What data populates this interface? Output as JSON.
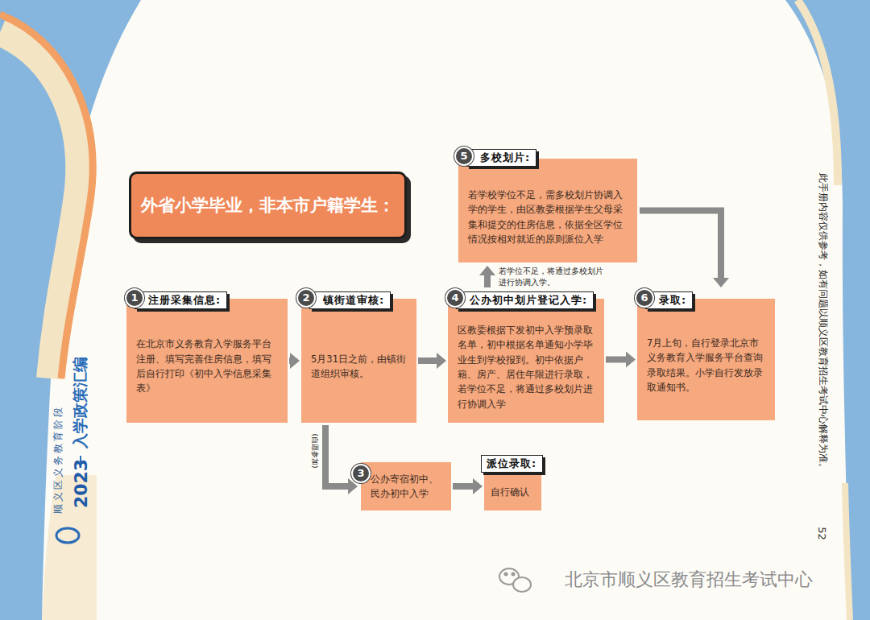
{
  "diagram": {
    "title": "外省小学毕业，非本市户籍学生：",
    "nodes": [
      {
        "text": [
          "1",
          "注册采集信息:",
          "在北京市义务教育入学服务平台注册、填写完善住房信息，填写后自行打印《初中入学信息采集表》"
        ]
      },
      {
        "text": [
          "2",
          "镇街道审核:",
          "5月31日之前，由镇街道组织审核。"
        ]
      },
      {
        "text": [
          "4",
          "公办初中划片登记入学:",
          "区教委根据下发初中入学预录取名单，初中根据名单通知小学毕业生到学校报到。初中依据户籍、房产、居住年限进行录取，若学位不足，将通过多校划片进行协调入学"
        ]
      },
      {
        "text": [
          "5",
          "多校划片:",
          "若学校学位不足，需多校划片协调入学的学生，由区教委根据学生父母采集和提交的住房信息，依据全区学位情况按相对就近的原则派位入学"
        ]
      },
      {
        "text": [
          "6",
          "录取:",
          "7月上旬，自行登录北京市义务教育入学服务平台查询录取结果。小学自行发放录取通知书。"
        ]
      },
      {
        "text": [
          "3",
          "公办寄宿初中、民办初中入学"
        ]
      },
      {
        "text": [
          "派位录取:",
          "自行确认"
        ]
      }
    ],
    "edges": [
      {
        "from": 0,
        "to": 1,
        "arrow": "to"
      },
      {
        "from": 1,
        "to": 2,
        "arrow": "to"
      },
      {
        "from": 2,
        "to": 3,
        "arrow": "to",
        "label": "若学位不足，将通过多校划片进行协调入学。"
      },
      {
        "from": 2,
        "to": 4,
        "arrow": "to"
      },
      {
        "from": 3,
        "to": 4,
        "arrow": "to"
      },
      {
        "from": 1,
        "to": 5,
        "arrow": "to",
        "label": "(自愿参加)"
      },
      {
        "from": 5,
        "to": 6,
        "arrow": "to"
      }
    ],
    "labels": [
      "顺义区义务教育阶段",
      "2023",
      "入学政策汇编",
      "此手册内容仅供参考，如有问题以顺义区教育招生考试中心解释为准。",
      "52",
      "北京市顺义区教育招生考试中心"
    ]
  }
}
